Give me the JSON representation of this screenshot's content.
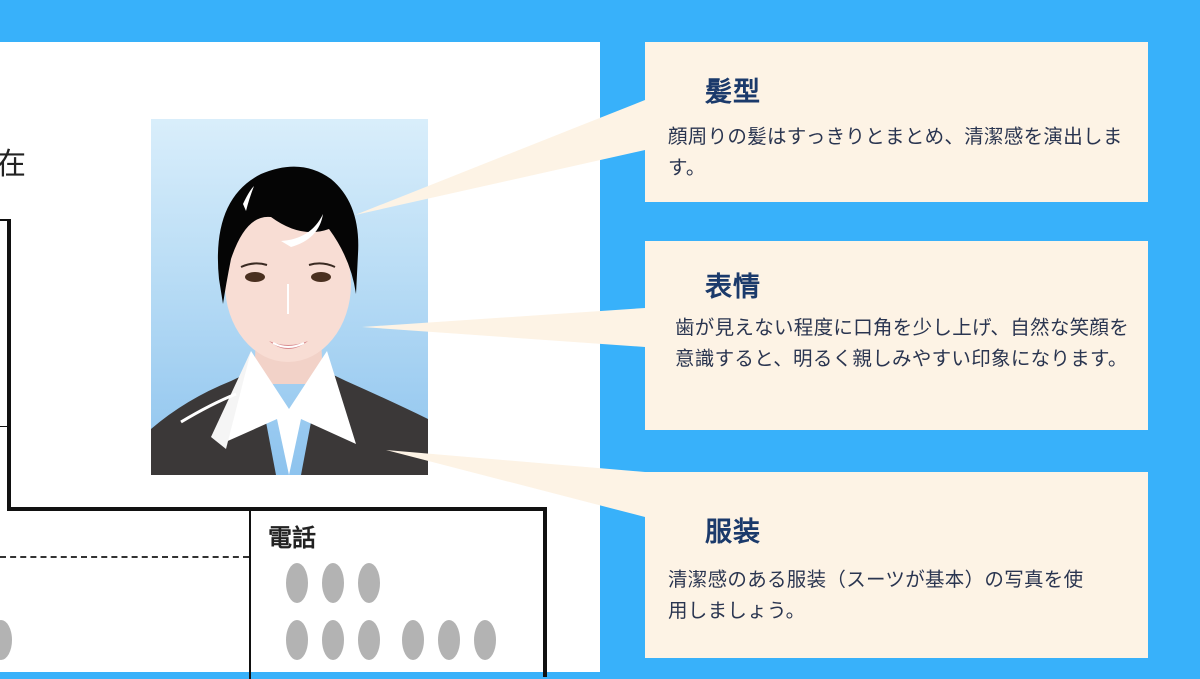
{
  "colors": {
    "background": "#38B1FA",
    "card_background": "#FDF3E5",
    "title": "#1B3A6B",
    "body_text": "#2A3550",
    "document": "#FFFFFF"
  },
  "document": {
    "partial_label_top": "在",
    "phone_label": "電話",
    "phone_placeholder_row1_count": 3,
    "phone_placeholder_row2_count": 6
  },
  "photo": {
    "subject": "woman-in-business-suit-id-photo"
  },
  "callouts": [
    {
      "id": "hair",
      "title": "髪型",
      "body": "顔周りの髪はすっきりとまとめ、清潔感を演出します。"
    },
    {
      "id": "expression",
      "title": "表情",
      "body": "歯が見えない程度に口角を少し上げ、自然な笑顔を意識すると、明るく親しみやすい印象になります。"
    },
    {
      "id": "clothing",
      "title": "服装",
      "body": "清潔感のある服装（スーツが基本）の写真を使用しましょう。"
    }
  ]
}
